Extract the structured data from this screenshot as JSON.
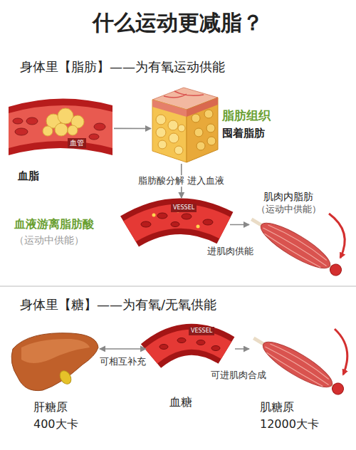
{
  "diagram": {
    "title": "什么运动更减脂？",
    "nodes": [
      {
        "text": [
          "血管",
          "血脂"
        ]
      },
      {
        "text": [
          "脂肪组织",
          "囤着脂肪"
        ]
      },
      {
        "text": [
          "VESSEL",
          "血液游离脂肪酸",
          "（运动中供能）"
        ]
      },
      {
        "text": [
          "肌肉内脂肪",
          "（运动中供能）"
        ]
      },
      {
        "text": [
          "肝糖原",
          "400大卡"
        ]
      },
      {
        "text": [
          "VESSEL",
          "血糖"
        ]
      },
      {
        "text": [
          "肌糖原",
          "12000大卡"
        ]
      }
    ],
    "edges": [
      {
        "from": 0,
        "to": 1,
        "arrow": "to"
      },
      {
        "from": 1,
        "to": 2,
        "label": "脂肪酸分解 进入血液",
        "arrow": "to"
      },
      {
        "from": 2,
        "to": 3,
        "label": "进肌肉供能",
        "arrow": "to"
      },
      {
        "from": 4,
        "to": 5,
        "label": "可相互补充",
        "arrow": "both"
      },
      {
        "from": 5,
        "to": 6,
        "label": "可进肌肉合成",
        "arrow": "to"
      }
    ],
    "labels": [
      "身体里【脂肪】——为有氧运动供能",
      "身体里【糖】——为有氧/无氧供能"
    ]
  }
}
